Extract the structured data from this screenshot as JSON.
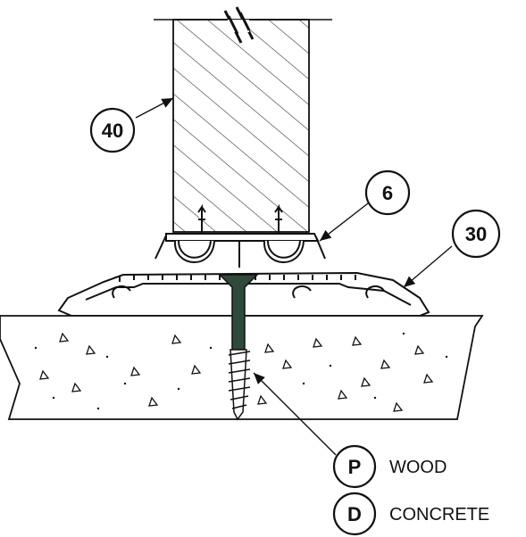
{
  "callouts": {
    "post": "40",
    "clip": "6",
    "base_profile": "30"
  },
  "legend": [
    {
      "letter": "P",
      "text": "WOOD"
    },
    {
      "letter": "D",
      "text": "CONCRETE"
    }
  ],
  "colors": {
    "line": "#111111",
    "screw": "#2f4a3a",
    "hatch": "#333333"
  }
}
